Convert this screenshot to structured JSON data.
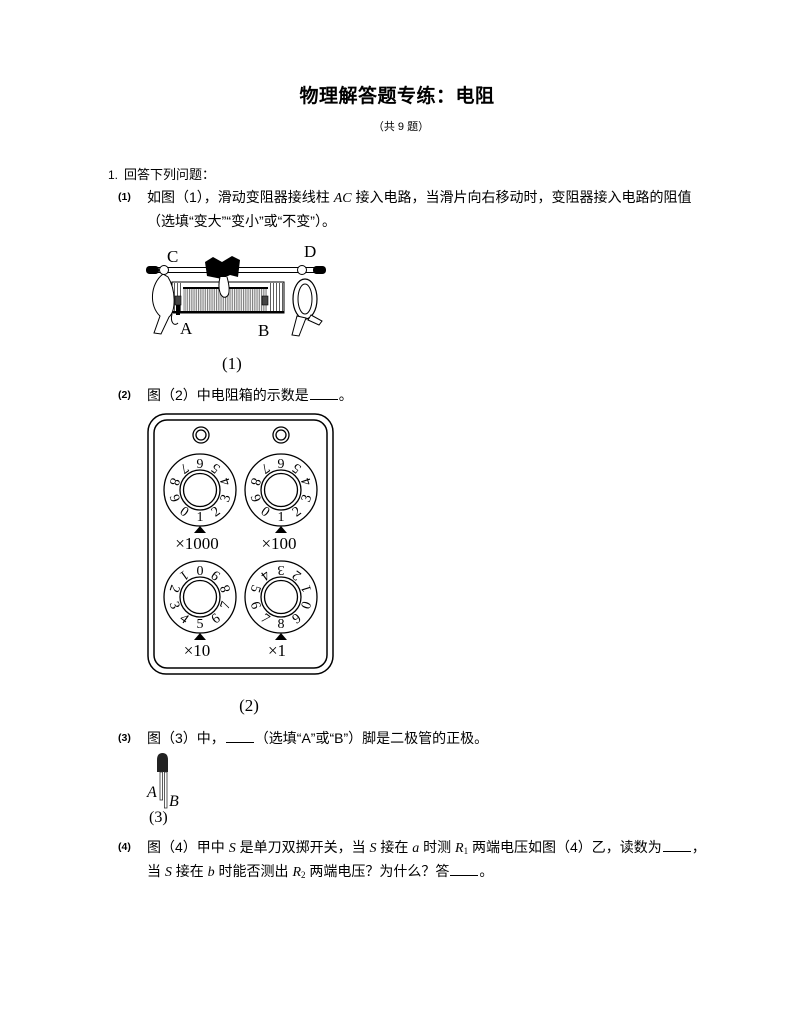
{
  "header": {
    "title": "物理解答题专练：电阻",
    "subtitle": "（共 9 题）"
  },
  "question1": {
    "number": "1.",
    "stem": "回答下列问题：",
    "part1": {
      "label": "(1)",
      "line1_a": "如图（1），滑动变阻器接线柱 ",
      "var_ac": "AC",
      "line1_b": " 接入电路，当滑片向右移动时，变阻器接入电路的阻值",
      "line2": "（选填“变大”“变小”或“不变”）。"
    },
    "part2": {
      "label": "(2)",
      "text_a": "图（2）中电阻箱的示数是",
      "text_b": "。"
    },
    "part3": {
      "label": "(3)",
      "text_a": "图（3）中，",
      "text_b": "（选填“A”或“B”）脚是二极管的正极。"
    },
    "part4": {
      "label": "(4)",
      "var_s": "S",
      "var_a": "a",
      "var_b": "b",
      "var_r": "R",
      "sub1": "1",
      "sub2": "2",
      "l1_a": "图（4）甲中 ",
      "l1_b": " 是单刀双掷开关，当 ",
      "l1_c": " 接在 ",
      "l1_d": " 时测 ",
      "l1_e": " 两端电压如图（4）乙，读数为",
      "l1_f": "，",
      "l2_a": "当 ",
      "l2_b": " 接在 ",
      "l2_c": " 时能否测出 ",
      "l2_d": " 两端电压？为什么？答",
      "l2_e": "。"
    }
  },
  "figure1": {
    "label_c": "C",
    "label_d": "D",
    "label_a": "A",
    "label_b": "B",
    "caption": "(1)"
  },
  "figure2": {
    "digits": [
      "0",
      "1",
      "2",
      "3",
      "4",
      "5",
      "6",
      "7",
      "8",
      "9"
    ],
    "dials": [
      {
        "multiplier": "×1000",
        "pointer": 1
      },
      {
        "multiplier": "×100",
        "pointer": 1
      },
      {
        "multiplier": "×10",
        "pointer": 5
      },
      {
        "multiplier": "×1",
        "pointer": 8
      }
    ],
    "caption": "(2)"
  },
  "figure3": {
    "label_a": "A",
    "label_b": "B",
    "caption": "(3)"
  }
}
